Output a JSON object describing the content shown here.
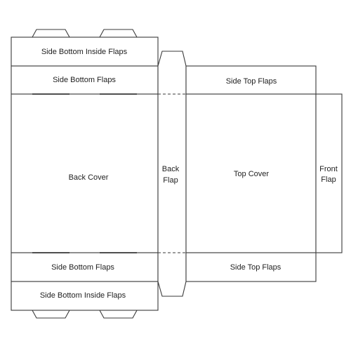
{
  "labels": {
    "side_bottom_inside_flaps_top": "Side Bottom Inside Flaps",
    "side_bottom_flaps_top": "Side Bottom Flaps",
    "back_cover": "Back Cover",
    "side_bottom_flaps_bottom": "Side Bottom Flaps",
    "side_bottom_inside_flaps_bottom": "Side Bottom Inside Flaps",
    "back_flap_line1": "Back",
    "back_flap_line2": "Flap",
    "side_top_flaps_top": "Side Top Flaps",
    "top_cover": "Top Cover",
    "side_top_flaps_bottom": "Side Top Flaps",
    "front_flap_line1": "Front",
    "front_flap_line2": "Flap"
  },
  "colors": {
    "line": "#3a3a3a",
    "text": "#1e1e1e",
    "background": "#ffffff"
  }
}
